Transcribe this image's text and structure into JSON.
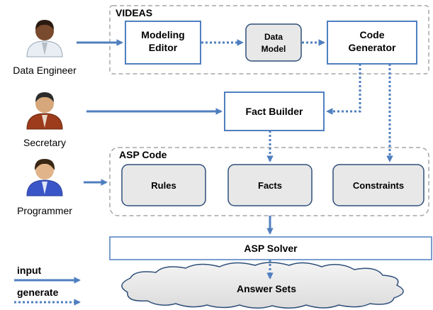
{
  "actors": [
    {
      "id": "engineer",
      "label": "Data Engineer",
      "shirt": "#e9eef4",
      "tie": "#b4bdc8",
      "skin": "#7a4a2e",
      "hair": "#2a1a10"
    },
    {
      "id": "secretary",
      "label": "Secretary",
      "shirt": "#9c3c1c",
      "tie": "#6b2810",
      "skin": "#d6a77a",
      "hair": "#2b2b2b"
    },
    {
      "id": "programmer",
      "label": "Programmer",
      "shirt": "#3a55c8",
      "tie": "#2b3f99",
      "skin": "#e2b48a",
      "hair": "#3a2614"
    }
  ],
  "groups": {
    "videas": {
      "title": "VIDEAS"
    },
    "asp_code": {
      "title": "ASP Code"
    }
  },
  "nodes": {
    "modeling_editor": [
      "Modeling",
      "Editor"
    ],
    "data_model": [
      "Data",
      "Model"
    ],
    "code_generator": [
      "Code",
      "Generator"
    ],
    "fact_builder": [
      "Fact Builder"
    ],
    "rules": [
      "Rules"
    ],
    "facts": [
      "Facts"
    ],
    "constraints": [
      "Constraints"
    ],
    "asp_solver": [
      "ASP Solver"
    ],
    "answer_sets": [
      "Answer Sets"
    ]
  },
  "legend": {
    "input": "input",
    "generate": "generate"
  },
  "colors": {
    "arrow": "#4f7fbf",
    "box_border": "#4f7fbf",
    "group_border": "#a6a6a6",
    "gray_box_fill": "#e8e8e8",
    "dark_box_border": "#2f4f7a"
  }
}
